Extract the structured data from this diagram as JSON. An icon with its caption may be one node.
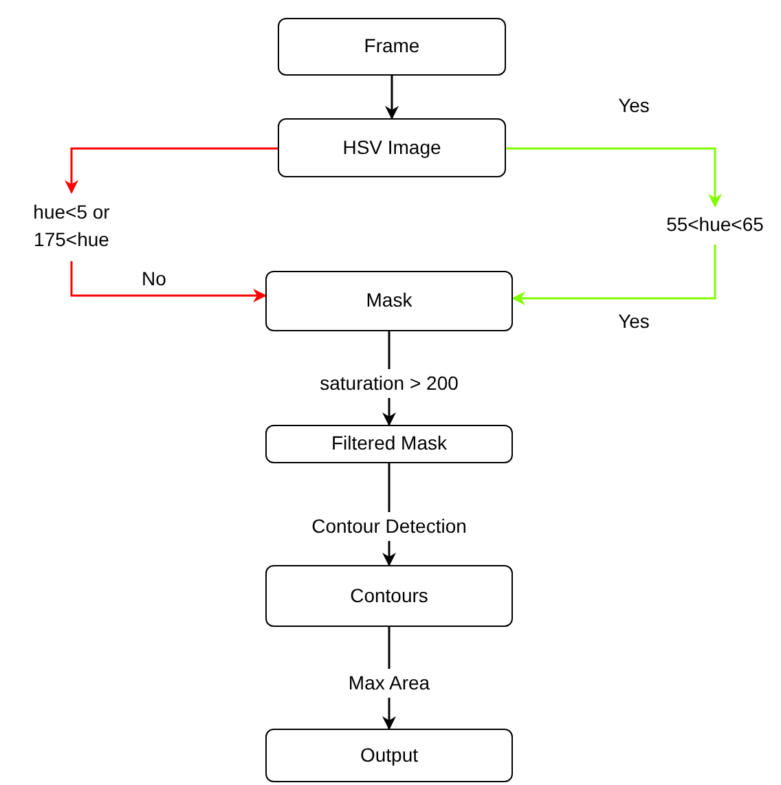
{
  "diagram": {
    "nodes": [
      {
        "text": [
          "Frame"
        ]
      },
      {
        "text": [
          "HSV Image"
        ]
      },
      {
        "text": [
          "hue<5 or 175<hue"
        ]
      },
      {
        "text": [
          "55<hue<65"
        ]
      },
      {
        "text": [
          "Mask"
        ]
      },
      {
        "text": [
          "Filtered Mask"
        ]
      },
      {
        "text": [
          "Contours"
        ]
      },
      {
        "text": [
          "Output"
        ]
      }
    ],
    "edges": [
      {
        "from": 0,
        "to": 1,
        "arrow": "to"
      },
      {
        "from": 1,
        "to": 2,
        "arrow": "to",
        "color": "#ff0000"
      },
      {
        "from": 1,
        "to": 3,
        "arrow": "to",
        "label": "Yes",
        "color": "#80ff00"
      },
      {
        "from": 2,
        "to": 4,
        "arrow": "to",
        "label": "No",
        "color": "#ff0000"
      },
      {
        "from": 3,
        "to": 4,
        "arrow": "to",
        "label": "Yes",
        "color": "#80ff00"
      },
      {
        "from": 4,
        "to": 5,
        "arrow": "to",
        "label": "saturation > 200"
      },
      {
        "from": 5,
        "to": 6,
        "arrow": "to",
        "label": "Contour Detection"
      },
      {
        "from": 6,
        "to": 7,
        "arrow": "to",
        "label": "Max Area"
      }
    ]
  }
}
